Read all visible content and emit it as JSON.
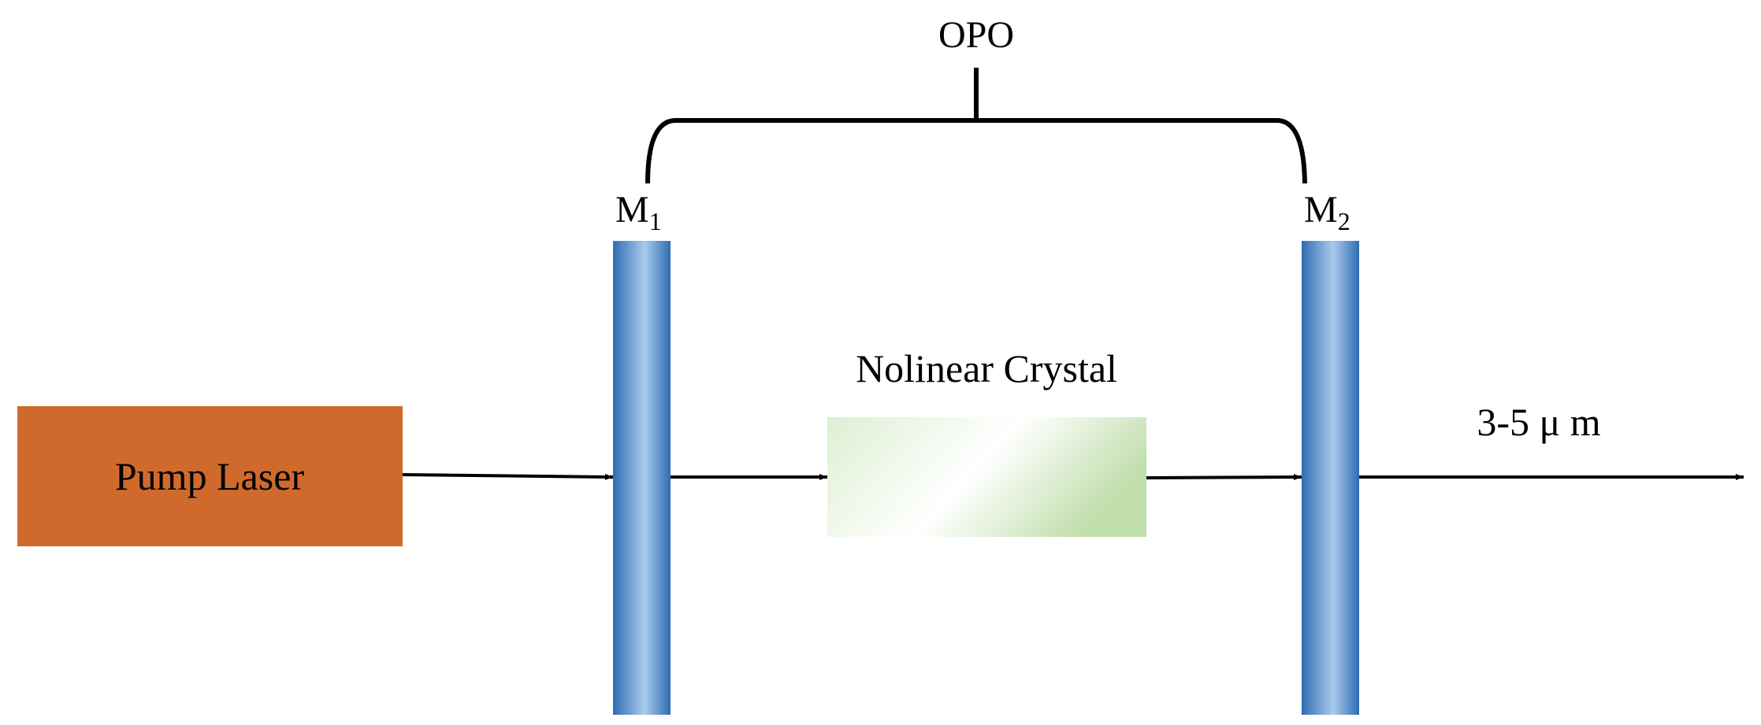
{
  "diagram": {
    "opo_label": "OPO",
    "mirror1": {
      "label": "M",
      "subscript": "1"
    },
    "mirror2": {
      "label": "M",
      "subscript": "2"
    },
    "pump_label": "Pump Laser",
    "crystal_label": "Nolinear Crystal",
    "output_label": "3-5 μ m"
  },
  "colors": {
    "pump_fill": "#D06A2C",
    "mirror_dark": "#2F6DB3",
    "mirror_light": "#A9CBEA",
    "crystal_light": "#EEF6E8",
    "crystal_green": "#C6E2B4",
    "line": "#000000"
  }
}
